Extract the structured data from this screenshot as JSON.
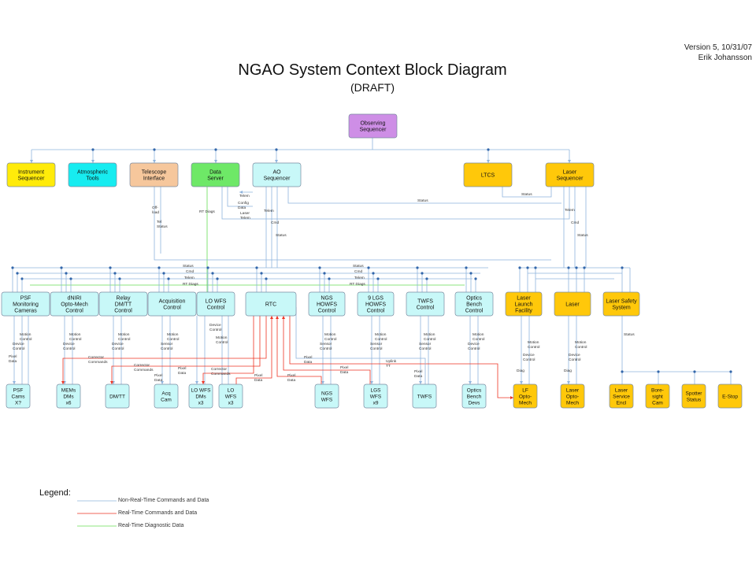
{
  "header": {
    "version": "Version 5, 10/31/07",
    "author": "Erik Johansson",
    "title": "NGAO System Context Block Diagram",
    "subtitle": "(DRAFT)"
  },
  "colors": {
    "sequencer": "#ce8ee6",
    "yellow": "#ffeb0a",
    "cyan": "#17ecf0",
    "peach": "#f6c79c",
    "green": "#6ee867",
    "lightcyan": "#c8f8f8",
    "orange": "#ffc80a",
    "blue_line": "#8fb4dd",
    "red_line": "#ee3322",
    "green_line": "#66dd55"
  },
  "nodes": [
    {
      "id": "obs",
      "lines": [
        "Observing",
        "Sequencer"
      ],
      "color": "sequencer"
    },
    {
      "id": "instseq",
      "lines": [
        "Instrument",
        "Sequencer"
      ],
      "color": "yellow"
    },
    {
      "id": "atmo",
      "lines": [
        "Atmospheric",
        "Tools"
      ],
      "color": "cyan"
    },
    {
      "id": "tel",
      "lines": [
        "Telescope",
        "Interface"
      ],
      "color": "peach"
    },
    {
      "id": "ds",
      "lines": [
        "Data",
        "Server"
      ],
      "color": "green"
    },
    {
      "id": "aoseq",
      "lines": [
        "AO",
        "Sequencer"
      ],
      "color": "lightcyan"
    },
    {
      "id": "ltcs",
      "lines": [
        "LTCS"
      ],
      "color": "orange"
    },
    {
      "id": "laserseq",
      "lines": [
        "Laser",
        "Sequencer"
      ],
      "color": "orange"
    },
    {
      "id": "psfmon",
      "lines": [
        "PSF",
        "Monitoring",
        "Cameras"
      ],
      "color": "lightcyan"
    },
    {
      "id": "dniri",
      "lines": [
        "dNIRI",
        "Opto-Mech",
        "Control"
      ],
      "color": "lightcyan"
    },
    {
      "id": "relay",
      "lines": [
        "Relay",
        "DM/TT",
        "Control"
      ],
      "color": "lightcyan"
    },
    {
      "id": "acqctl",
      "lines": [
        "Acquisition",
        "Control"
      ],
      "color": "lightcyan"
    },
    {
      "id": "lowfs",
      "lines": [
        "LO WFS",
        "Control"
      ],
      "color": "lightcyan"
    },
    {
      "id": "rtc",
      "lines": [
        "RTC"
      ],
      "color": "lightcyan"
    },
    {
      "id": "ngsctl",
      "lines": [
        "NGS",
        "HOWFS",
        "Control"
      ],
      "color": "lightcyan"
    },
    {
      "id": "lgsctl",
      "lines": [
        "9 LGS",
        "HOWFS",
        "Control"
      ],
      "color": "lightcyan"
    },
    {
      "id": "twfsctl",
      "lines": [
        "TWFS",
        "Control"
      ],
      "color": "lightcyan"
    },
    {
      "id": "obctl",
      "lines": [
        "Optics",
        "Bench",
        "Control"
      ],
      "color": "lightcyan"
    },
    {
      "id": "llf",
      "lines": [
        "Laser",
        "Launch",
        "Facility"
      ],
      "color": "orange"
    },
    {
      "id": "laser",
      "lines": [
        "Laser"
      ],
      "color": "orange"
    },
    {
      "id": "lss",
      "lines": [
        "Laser Safety",
        "System"
      ],
      "color": "orange"
    },
    {
      "id": "psfcams",
      "lines": [
        "PSF",
        "Cams",
        "X?"
      ],
      "color": "lightcyan"
    },
    {
      "id": "mems",
      "lines": [
        "MEMs",
        "DMs",
        "x6"
      ],
      "color": "lightcyan"
    },
    {
      "id": "dmtt",
      "lines": [
        "DM/TT"
      ],
      "color": "lightcyan"
    },
    {
      "id": "acqcam",
      "lines": [
        "Acq",
        "Cam"
      ],
      "color": "lightcyan"
    },
    {
      "id": "lowfsdm",
      "lines": [
        "LO WFS",
        "DMs",
        "x3"
      ],
      "color": "lightcyan"
    },
    {
      "id": "lowfs3",
      "lines": [
        "LO",
        "WFS",
        "x3"
      ],
      "color": "lightcyan"
    },
    {
      "id": "ngswfs",
      "lines": [
        "NGS",
        "WFS"
      ],
      "color": "lightcyan"
    },
    {
      "id": "lgswfs",
      "lines": [
        "LGS",
        "WFS",
        "x9"
      ],
      "color": "lightcyan"
    },
    {
      "id": "twfs",
      "lines": [
        "TWFS"
      ],
      "color": "lightcyan"
    },
    {
      "id": "obdev",
      "lines": [
        "Optics",
        "Bench",
        "Devs"
      ],
      "color": "lightcyan"
    },
    {
      "id": "lfopto",
      "lines": [
        "LF",
        "Opto-",
        "Mech"
      ],
      "color": "orange"
    },
    {
      "id": "laseropto",
      "lines": [
        "Laser",
        "Opto-",
        "Mech"
      ],
      "color": "orange"
    },
    {
      "id": "lsencl",
      "lines": [
        "Laser",
        "Service",
        "Encl"
      ],
      "color": "orange"
    },
    {
      "id": "boresight",
      "lines": [
        "Bore-",
        "sight",
        "Cam"
      ],
      "color": "orange"
    },
    {
      "id": "spotter",
      "lines": [
        "Spotter",
        "Status"
      ],
      "color": "orange"
    },
    {
      "id": "estop",
      "lines": [
        "E-Stop"
      ],
      "color": "orange"
    }
  ],
  "labels": [
    {
      "lines": [
        "Telem"
      ]
    },
    {
      "lines": [
        "Config",
        "Data"
      ]
    },
    {
      "lines": [
        "Laser",
        "Telem"
      ]
    },
    {
      "lines": [
        "RT Diags"
      ]
    },
    {
      "lines": [
        "Off-",
        "load"
      ]
    },
    {
      "lines": [
        "Tel",
        "Status"
      ]
    },
    {
      "lines": [
        "Telem"
      ]
    },
    {
      "lines": [
        "Cmd"
      ]
    },
    {
      "lines": [
        "Status"
      ]
    },
    {
      "lines": [
        "Status"
      ]
    },
    {
      "lines": [
        "Status"
      ]
    },
    {
      "lines": [
        "Telem"
      ]
    },
    {
      "lines": [
        "Cmd"
      ]
    },
    {
      "lines": [
        "Status"
      ]
    },
    {
      "lines": [
        "Status"
      ]
    },
    {
      "lines": [
        "Cmd"
      ]
    },
    {
      "lines": [
        "Telem"
      ]
    },
    {
      "lines": [
        "RT Diags"
      ]
    },
    {
      "lines": [
        "Status"
      ]
    },
    {
      "lines": [
        "Cmd"
      ]
    },
    {
      "lines": [
        "Telem"
      ]
    },
    {
      "lines": [
        "RT Diags"
      ]
    },
    {
      "lines": [
        "Motion",
        "Control"
      ]
    },
    {
      "lines": [
        "Device",
        "Control"
      ]
    },
    {
      "lines": [
        "Pixel",
        "Data"
      ]
    },
    {
      "lines": [
        "Motion",
        "Control"
      ]
    },
    {
      "lines": [
        "Device",
        "Control"
      ]
    },
    {
      "lines": [
        "Motion",
        "Control"
      ]
    },
    {
      "lines": [
        "Device",
        "Control"
      ]
    },
    {
      "lines": [
        "Corrector",
        "Commands"
      ]
    },
    {
      "lines": [
        "Corrector",
        "Commands"
      ]
    },
    {
      "lines": [
        "Motion",
        "Control"
      ]
    },
    {
      "lines": [
        "Sensor",
        "Control"
      ]
    },
    {
      "lines": [
        "Pixel",
        "Data"
      ]
    },
    {
      "lines": [
        "Device",
        "Control"
      ]
    },
    {
      "lines": [
        "Motion",
        "Control"
      ]
    },
    {
      "lines": [
        "Pixel",
        "Data"
      ]
    },
    {
      "lines": [
        "Corrector",
        "Commands"
      ]
    },
    {
      "lines": [
        "Pixel",
        "Data"
      ]
    },
    {
      "lines": [
        "Pixel",
        "Data"
      ]
    },
    {
      "lines": [
        "Pixel",
        "Data"
      ]
    },
    {
      "lines": [
        "Pixel",
        "Data"
      ]
    },
    {
      "lines": [
        "Motion",
        "Control"
      ]
    },
    {
      "lines": [
        "Sensor",
        "Control"
      ]
    },
    {
      "lines": [
        "Motion",
        "Control"
      ]
    },
    {
      "lines": [
        "Sensor",
        "Control"
      ]
    },
    {
      "lines": [
        "Uplink",
        "TT"
      ]
    },
    {
      "lines": [
        "Motion",
        "Control"
      ]
    },
    {
      "lines": [
        "Sensor",
        "Control"
      ]
    },
    {
      "lines": [
        "Pixel",
        "Data"
      ]
    },
    {
      "lines": [
        "Motion",
        "Control"
      ]
    },
    {
      "lines": [
        "Device",
        "Control"
      ]
    },
    {
      "lines": [
        "Motion",
        "Control"
      ]
    },
    {
      "lines": [
        "Device",
        "Control"
      ]
    },
    {
      "lines": [
        "Diag"
      ]
    },
    {
      "lines": [
        "Motion",
        "Control"
      ]
    },
    {
      "lines": [
        "Device",
        "Control"
      ]
    },
    {
      "lines": [
        "Diag"
      ]
    },
    {
      "lines": [
        "Status"
      ]
    }
  ],
  "legend": {
    "title": "Legend:",
    "items": [
      {
        "text": "Non-Real-Time Commands and Data",
        "color": "blue_line"
      },
      {
        "text": "Real-Time Commands and Data",
        "color": "red_line"
      },
      {
        "text": "Real-Time Diagnostic Data",
        "color": "green_line"
      }
    ]
  }
}
